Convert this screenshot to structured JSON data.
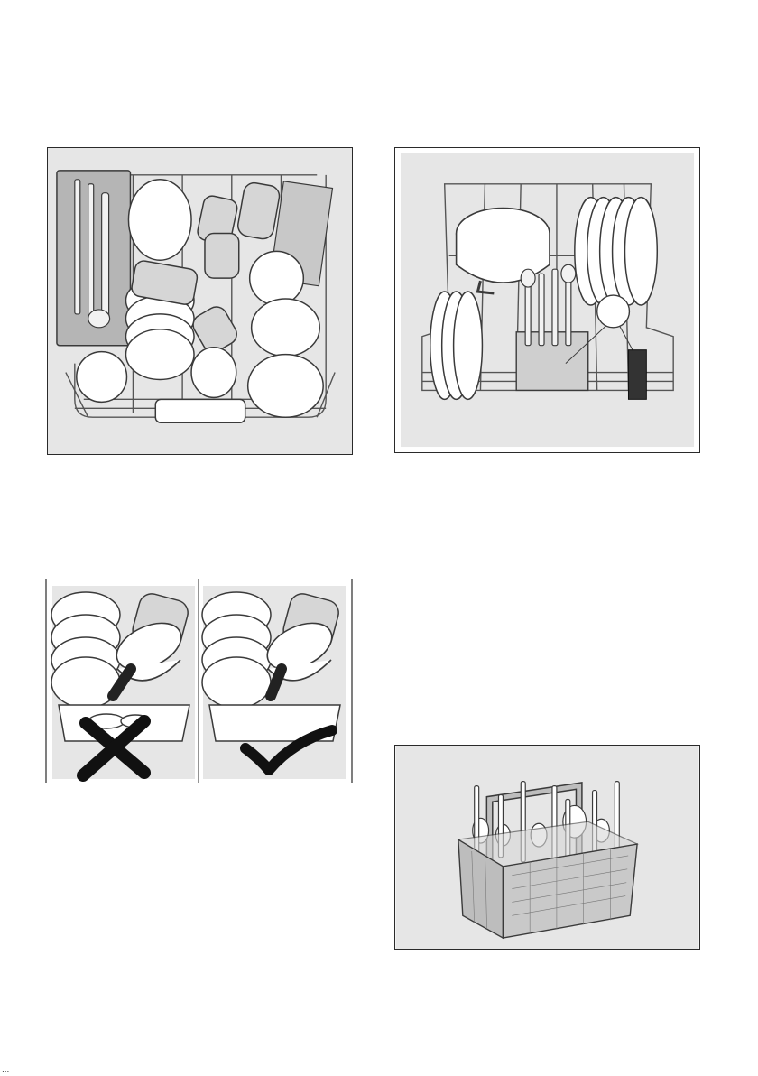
{
  "figures": {
    "upper_basket": {
      "icon": "upper-basket-loaded-illustration"
    },
    "lower_basket": {
      "icon": "lower-basket-loaded-illustration"
    },
    "pan_placement": {
      "wrong": {
        "icon": "cross-mark-icon"
      },
      "right": {
        "icon": "check-mark-icon"
      }
    },
    "cutlery_basket": {
      "icon": "cutlery-basket-illustration"
    }
  },
  "colors": {
    "panel_bg": "#e6e6e6",
    "outline": "#3a3a3a",
    "dish_light": "#ffffff",
    "dish_shade": "#bdbdbd",
    "tray": "#a8a8a8",
    "mark": "#111111"
  },
  "footer": {
    "text": "..."
  }
}
